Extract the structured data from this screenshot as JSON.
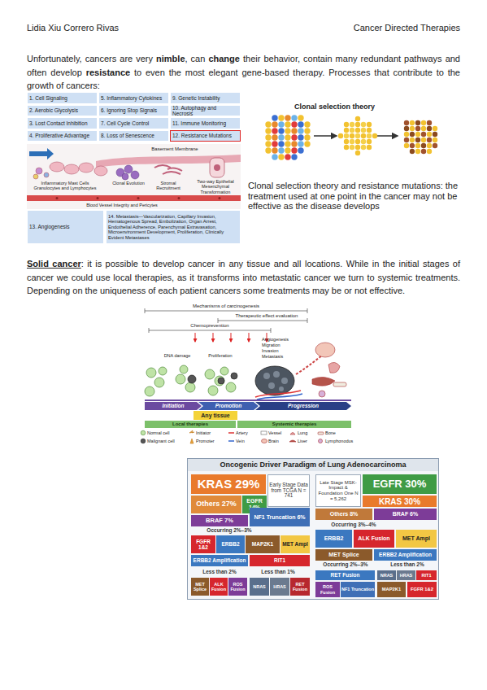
{
  "diagram": {
    "nodes": [
      {
        "text": [
          "1. Cell Signaling"
        ]
      },
      {
        "text": [
          "2. Aerobic Glycolysis"
        ]
      },
      {
        "text": [
          "3. Lost Contact Inhibition"
        ]
      },
      {
        "text": [
          "4. Proliferative Advantage"
        ]
      },
      {
        "text": [
          "5. Inflammatory Cytokines"
        ]
      },
      {
        "text": [
          "6. Ignoring Stop Signals"
        ]
      },
      {
        "text": [
          "7. Cell Cycle Control"
        ]
      },
      {
        "text": [
          "8. Loss of Senescence"
        ]
      },
      {
        "text": [
          "9. Genetic Instability"
        ]
      },
      {
        "text": [
          "10. Autophagy and Necrosis"
        ]
      },
      {
        "text": [
          "11. Immune Monitoring"
        ]
      },
      {
        "text": [
          "12. Resistance Mutations"
        ]
      },
      {
        "text": [
          "13. Angiogenesis"
        ]
      },
      {
        "text": [
          "14. Metastasis—Vascularization, Capillary Invasion, Hematogenous Spread, Embolization, Organ Arrest, Endothelial Adherence, Parenchymal Extravasation, Microenvironment Development, Proliferation, Clinically Evident Metastases"
        ]
      },
      {
        "text": [
          "Initiation"
        ]
      },
      {
        "text": [
          "Promotion"
        ]
      },
      {
        "text": [
          "Progression"
        ]
      },
      {
        "text": [
          "Any tissue"
        ]
      },
      {
        "text": [
          "Local therapies"
        ]
      },
      {
        "text": [
          "Systemic therapies"
        ]
      },
      {
        "text": [
          "Oncogenic Driver Paradigm of Lung Adenocarcinoma"
        ]
      },
      {
        "text": [
          "KRAS 29%"
        ],
        "in": 20
      },
      {
        "text": [
          "Early Stage Data from TCGA N = 741"
        ],
        "in": 20
      },
      {
        "text": [
          "Others 27%"
        ],
        "in": 20
      },
      {
        "text": [
          "EGFR 14%"
        ],
        "in": 20
      },
      {
        "text": [
          "BRAF 7%"
        ],
        "in": 20
      },
      {
        "text": [
          "NF1 Truncation 6%"
        ],
        "in": 20
      },
      {
        "text": [
          "FGFR 1&2"
        ],
        "in": 20
      },
      {
        "text": [
          "ERBB2"
        ],
        "in": 20
      },
      {
        "text": [
          "MAP2K1"
        ],
        "in": 20
      },
      {
        "text": [
          "MET Ampl"
        ],
        "in": 20
      },
      {
        "text": [
          "ERBB2 Amplification"
        ],
        "in": 20
      },
      {
        "text": [
          "RIT1"
        ],
        "in": 20
      },
      {
        "text": [
          "MET Splice"
        ],
        "in": 20
      },
      {
        "text": [
          "ALK Fusion"
        ],
        "in": 20
      },
      {
        "text": [
          "ROS Fusion"
        ],
        "in": 20
      },
      {
        "text": [
          "NRAS"
        ],
        "in": 20
      },
      {
        "text": [
          "HRAS"
        ],
        "in": 20
      },
      {
        "text": [
          "RET Fusion"
        ],
        "in": 20
      },
      {
        "text": [
          "Late Stage MSK-Impact & Foundation One N = 5,262"
        ],
        "in": 20
      },
      {
        "text": [
          "EGFR 30%"
        ],
        "in": 20
      },
      {
        "text": [
          "KRAS 30%"
        ],
        "in": 20
      },
      {
        "text": [
          "Others 8%"
        ],
        "in": 20
      },
      {
        "text": [
          "BRAF 6%"
        ],
        "in": 20
      },
      {
        "text": [
          "ERBB2"
        ],
        "in": 20
      },
      {
        "text": [
          "ALK Fusion"
        ],
        "in": 20
      },
      {
        "text": [
          "MET Ampl"
        ],
        "in": 20
      },
      {
        "text": [
          "MET Splice"
        ],
        "in": 20
      },
      {
        "text": [
          "ERBB2 Amplification"
        ],
        "in": 20
      },
      {
        "text": [
          "RET Fusion"
        ],
        "in": 20
      },
      {
        "text": [
          "NRAS"
        ],
        "in": 20
      },
      {
        "text": [
          "HRAS"
        ],
        "in": 20
      },
      {
        "text": [
          "RIT1"
        ],
        "in": 20
      },
      {
        "text": [
          "ROS Fusion"
        ],
        "in": 20
      },
      {
        "text": [
          "NF1 Truncation"
        ],
        "in": 20
      },
      {
        "text": [
          "MAP2K1"
        ],
        "in": 20
      },
      {
        "text": [
          "FGFR 1&2"
        ],
        "in": 20
      }
    ],
    "labels": [
      "Lidia Xiu Correro Rivas",
      "Cancer Directed Therapies",
      "Unfortunately, cancers are very",
      "nimble",
      ", can",
      "change",
      "their behavior, contain many redundant pathways and often develop",
      "resistance",
      "to even the most elegant gene-based therapy. Processes that contribute to the growth of cancers:",
      "Basement Membrane",
      "Inflammatory Mast Cells Granulocytes and Lymphocytes",
      "Clonal Evolution",
      "Stromal Recruitment",
      "Two-way Epithelial Mesenchymal Transformation",
      "Blood Vessel Integrity and Pericytes",
      "Clonal selection theory",
      "Clonal selection theory and resistance mutations: the treatment used at one point in the cancer may not be effective as the disease develops",
      "Solid cancer",
      ": it is possible to develop cancer in any tissue and all locations. While in the initial stages of cancer we could use local therapies, as it transforms into metastatic cancer we turn to systemic treatments. Depending on the uniqueness of each patient cancers some treatments may be or not effective.",
      "Mechanisms of carcinogenesis",
      "Therapeutic effect evaluation",
      "Chemoprevention",
      "DNA damage",
      "Proliferation",
      "Angiogenesis",
      "Migration",
      "Invasion",
      "Metastasis",
      "Occurring 2%–3%",
      "Less than 2%",
      "Less than 1%",
      "Occurring 3%–4%",
      "Occurring 2%–3%",
      "Less than 2%"
    ],
    "legend": [
      {
        "text": "Normal cell"
      },
      {
        "text": "Malignant cell"
      },
      {
        "text": "Initiator"
      },
      {
        "text": "Promoter"
      },
      {
        "text": "Artery"
      },
      {
        "text": "Vein"
      },
      {
        "text": "Vessel"
      },
      {
        "text": "Brain"
      },
      {
        "text": "Lung"
      },
      {
        "text": "Liver"
      },
      {
        "text": "Bone"
      },
      {
        "text": "Lymphonodus"
      }
    ]
  }
}
